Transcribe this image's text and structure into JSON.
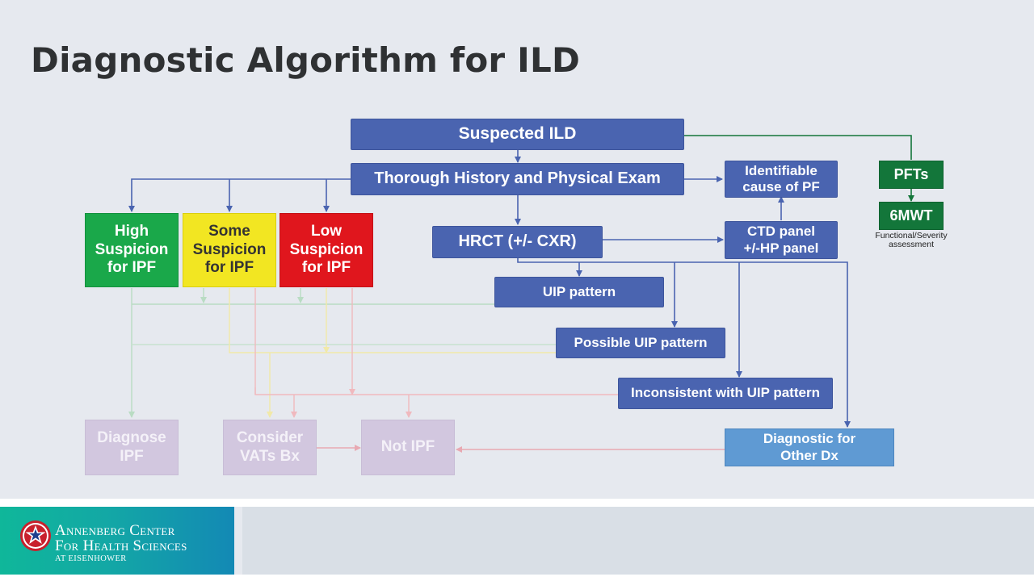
{
  "title": "Diagnostic Algorithm for ILD",
  "nodes": {
    "suspected_ild": "Suspected ILD",
    "history_exam": "Thorough History and Physical Exam",
    "identifiable_cause": [
      "Identifiable",
      "cause of PF"
    ],
    "pfts": "PFTs",
    "six_mwt": "6MWT",
    "functional_note": [
      "Functional/Severity",
      "assessment"
    ],
    "high_suspicion": [
      "High",
      "Suspicion",
      "for IPF"
    ],
    "some_suspicion": [
      "Some",
      "Suspicion",
      "for IPF"
    ],
    "low_suspicion": [
      "Low",
      "Suspicion",
      "for IPF"
    ],
    "hrct": "HRCT (+/- CXR)",
    "ctd_panel": [
      "CTD panel",
      "+/-HP panel"
    ],
    "uip_pattern": "UIP pattern",
    "possible_uip": "Possible UIP pattern",
    "inconsistent_uip": "Inconsistent with UIP pattern",
    "diagnose_ipf": [
      "Diagnose",
      "IPF"
    ],
    "consider_vats": [
      "Consider",
      "VATs Bx"
    ],
    "not_ipf": "Not IPF",
    "diagnostic_other": [
      "Diagnostic for",
      "Other Dx"
    ]
  },
  "logo": {
    "line1": "Annenberg Center",
    "line2": "For Health Sciences",
    "line3": "at Eisenhower"
  },
  "colors": {
    "node_blue": "#4a64b0",
    "node_light_blue": "#5f9ad3",
    "high_green": "#1aa84a",
    "pft_green": "#13763a",
    "some_yellow": "#f2e622",
    "low_red": "#e0161d",
    "faded_outcome": "#d2c7df"
  }
}
